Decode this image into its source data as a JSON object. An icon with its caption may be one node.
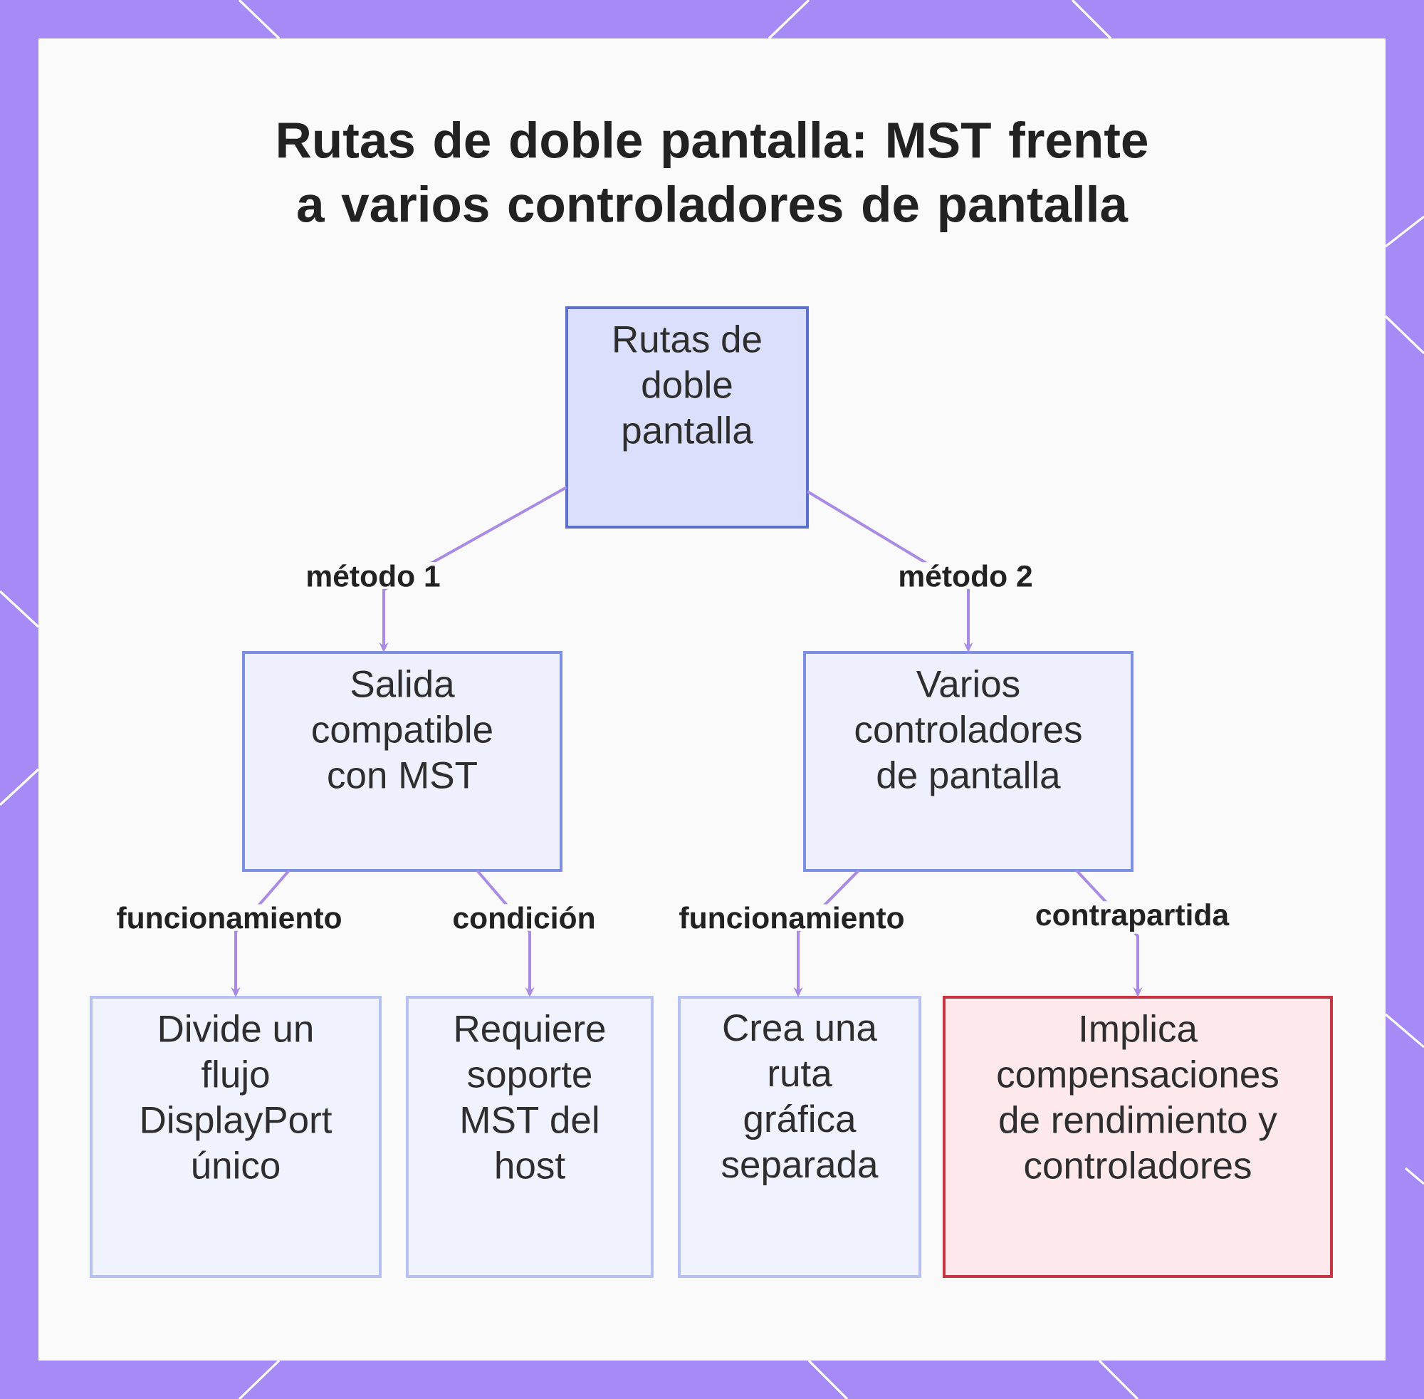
{
  "diagram": {
    "title": "Rutas de doble pantalla: MST frente a varios controladores de pantalla",
    "nodes": [
      {
        "text": [
          "Rutas de doble pantalla"
        ]
      },
      {
        "text": [
          "Salida compatible con MST"
        ]
      },
      {
        "text": [
          "Varios controladores de pantalla"
        ]
      },
      {
        "text": [
          "Divide un flujo DisplayPort único"
        ]
      },
      {
        "text": [
          "Requiere soporte MST del host"
        ]
      },
      {
        "text": [
          "Crea una ruta gráfica separada"
        ]
      },
      {
        "text": [
          "Implica compensaciones de rendimiento y controladores"
        ]
      }
    ],
    "edges": [
      {
        "from": 0,
        "to": 1,
        "arrow": "to",
        "label": "método 1"
      },
      {
        "from": 0,
        "to": 2,
        "arrow": "to",
        "label": "método 2"
      },
      {
        "from": 1,
        "to": 3,
        "arrow": "to",
        "label": "funcionamiento"
      },
      {
        "from": 1,
        "to": 4,
        "arrow": "to",
        "label": "condición"
      },
      {
        "from": 2,
        "to": 5,
        "arrow": "to",
        "label": "funcionamiento"
      },
      {
        "from": 2,
        "to": 6,
        "arrow": "to",
        "label": "contrapartida"
      }
    ]
  }
}
